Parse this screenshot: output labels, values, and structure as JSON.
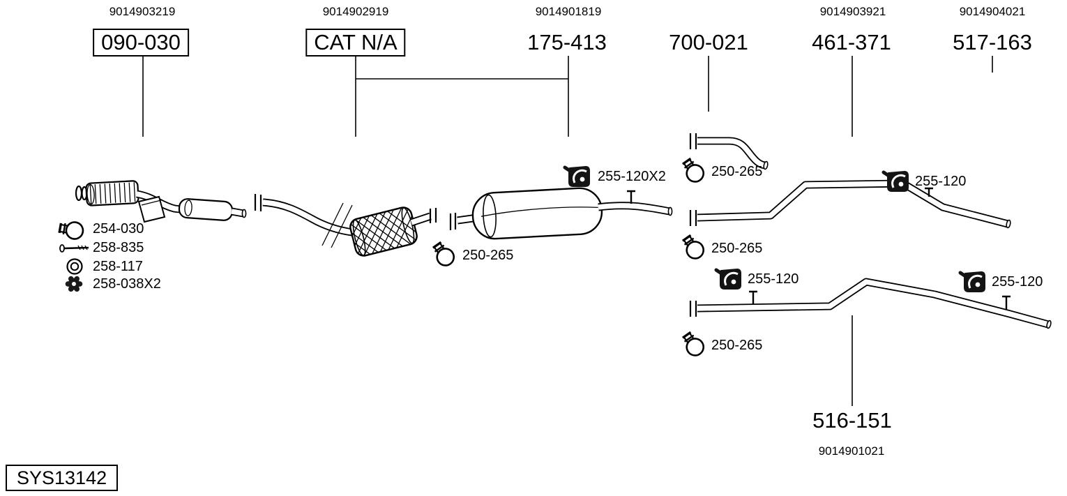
{
  "diagram": {
    "system_code": "SYS13142",
    "ink": "#000000",
    "background": "#ffffff",
    "callouts": {
      "front_pipe": {
        "ref": "9014903219",
        "label": "090-030"
      },
      "catalyst": {
        "ref": "9014902919",
        "label": "CAT N/A"
      },
      "center_muffler": {
        "ref": "9014901819",
        "label": "175-413"
      },
      "connector_pipe": {
        "label": "700-021"
      },
      "mid_tailpipe": {
        "ref": "9014903921",
        "label": "461-371"
      },
      "rear_tailpipe": {
        "ref": "9014904021",
        "label": "517-163"
      },
      "bottom_tailpipe": {
        "label": "516-151",
        "ref": "9014901021"
      }
    },
    "hardware": {
      "hanger_center": {
        "label": "255-120X2",
        "icon": "hanger-icon"
      },
      "clamp_top_right": {
        "label": "250-265",
        "icon": "clamp-icon"
      },
      "hanger_right_upper": {
        "label": "255-120",
        "icon": "hanger-icon"
      },
      "clamp_front": {
        "label": "254-030",
        "icon": "clamp-icon"
      },
      "bolt_front": {
        "label": "258-835",
        "icon": "bolt-icon"
      },
      "gasket_front": {
        "label": "258-117",
        "icon": "washer-icon"
      },
      "nut_front": {
        "label": "258-038X2",
        "icon": "flange-nut-icon"
      },
      "clamp_center": {
        "label": "250-265",
        "icon": "clamp-icon"
      },
      "clamp_right_mid": {
        "label": "250-265",
        "icon": "clamp-icon"
      },
      "hanger_rear_left": {
        "label": "255-120",
        "icon": "hanger-icon"
      },
      "hanger_rear_right": {
        "label": "255-120",
        "icon": "hanger-icon"
      },
      "clamp_rear": {
        "label": "250-265",
        "icon": "clamp-icon"
      }
    }
  }
}
